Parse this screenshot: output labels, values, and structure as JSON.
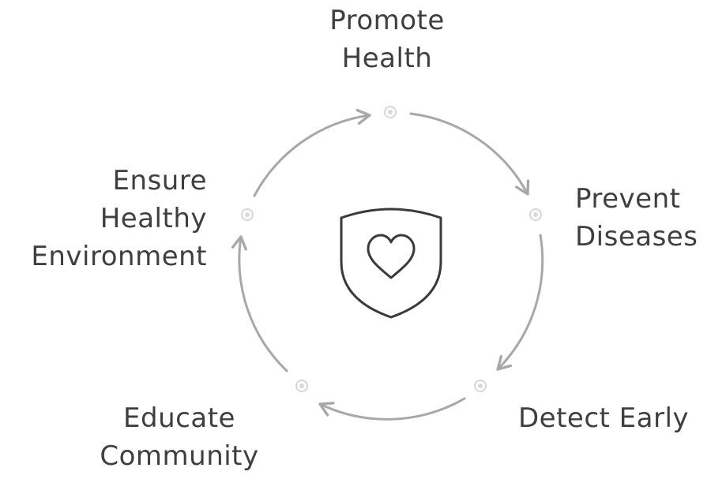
{
  "cycle": {
    "steps": [
      {
        "id": "promote-health",
        "lines": [
          "Promote",
          "Health"
        ]
      },
      {
        "id": "prevent-diseases",
        "lines": [
          "Prevent",
          "Diseases"
        ]
      },
      {
        "id": "detect-early",
        "lines": [
          "Detect Early"
        ]
      },
      {
        "id": "educate-community",
        "lines": [
          "Educate",
          "Community"
        ]
      },
      {
        "id": "ensure-healthy-environment",
        "lines": [
          "Ensure",
          "Healthy",
          "Environment"
        ]
      }
    ],
    "center_icon": "shield-heart-icon"
  },
  "colors": {
    "arrow": "#a8a8a8",
    "text": "#3f3f3f",
    "icon": "#3a3a3a",
    "node": "#d9d9d9"
  }
}
